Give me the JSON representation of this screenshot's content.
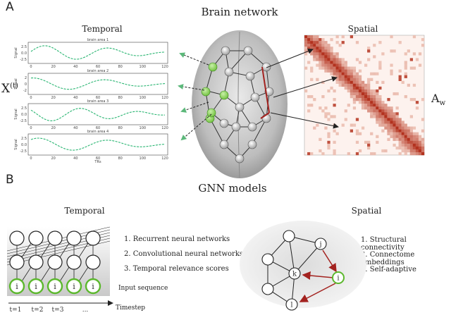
{
  "panel_a": {
    "letter": "A",
    "title": "Brain network",
    "temporal_label": "Temporal",
    "spatial_label": "Spatial",
    "x_label": "X",
    "x_sup": "(t)",
    "a_label": "A",
    "a_sub": "w",
    "signal_ylabel": "Signal",
    "signal_xlabel": "TRs",
    "signals": [
      {
        "title": "brain area 1",
        "yticks": [
          "2.5",
          "0.0",
          "-2.5"
        ],
        "freq": 0.055,
        "phase": 0.2,
        "amp": 0.85
      },
      {
        "title": "brain area 2",
        "yticks": [
          "2",
          "0",
          "-2"
        ],
        "freq": 0.048,
        "phase": 1.4,
        "amp": 0.7
      },
      {
        "title": "brain area 3",
        "yticks": [
          "2.5",
          "0.0",
          "-2.5"
        ],
        "freq": 0.06,
        "phase": 2.5,
        "amp": 0.8
      },
      {
        "title": "brain area 4",
        "yticks": [
          "2.5",
          "0.0",
          "-2.5"
        ],
        "freq": 0.05,
        "phase": 0.9,
        "amp": 0.75
      }
    ],
    "xticks": [
      "0",
      "20",
      "40",
      "60",
      "80",
      "100",
      "120"
    ]
  },
  "panel_b": {
    "letter": "B",
    "title": "GNN models",
    "temporal_label": "Temporal",
    "spatial_label": "Spatial",
    "temporal_items": [
      "1. Recurrent neural networks",
      "2. Convolutional neural networks",
      "3. Temporal relevance scores"
    ],
    "spatial_items": [
      "1. Structural connectivity",
      "2. Connectome embeddings",
      "3. Self-adaptive"
    ],
    "input_node_label": "i",
    "input_sequence_label": "Input sequence",
    "timestep_label": "Timestep",
    "timesteps": [
      "t=1",
      "t=2",
      "t=3",
      "..."
    ],
    "graph_nodes": [
      "j",
      "k",
      "i",
      "l"
    ]
  },
  "colors": {
    "signal": "#2bb673",
    "arrow_red": "#a3221f",
    "node_green": "#5cb82d",
    "heat": "#c0392b"
  }
}
